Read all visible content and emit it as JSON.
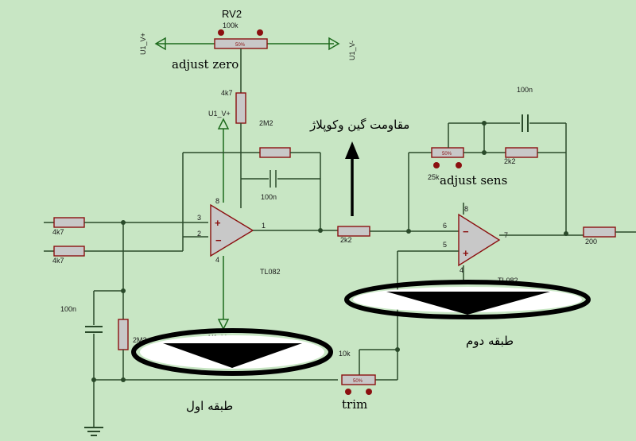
{
  "rv2": {
    "name": "RV2",
    "value": "100k",
    "setting": "50%"
  },
  "rails": {
    "pos": "U1_V+",
    "neg": "U1_V-"
  },
  "labels": {
    "adjust_zero": "adjust zero",
    "adjust_sens": "adjust sens",
    "trim": "trim",
    "gain_coupling": "مقاومت گین وکوپلاژ",
    "stage1": "طبقه اول",
    "stage2": "طبقه دوم"
  },
  "stage1": {
    "r_in_top": "4k7",
    "r_in_bottom": "4k7",
    "r_zero": "4k7",
    "r_feedback": "2M2",
    "c_feedback": "100n",
    "c_bias": "100n",
    "r_bias": "2M2",
    "opamp": "TL082",
    "pins": {
      "noninv": "3",
      "inv": "2",
      "out": "1",
      "vplus": "8",
      "vminus": "4"
    }
  },
  "stage2": {
    "r_coupling": "2k2",
    "sens_pot": "25k",
    "sens_pot_setting": "50%",
    "r_fb": "2k2",
    "c_fb": "100n",
    "trim_pot": "10k",
    "trim_pot_setting": "50%",
    "r_out": "200",
    "opamp": "TL082",
    "pins": {
      "inv": "6",
      "noninv": "5",
      "out": "7",
      "vplus": "8",
      "vminus": "4"
    }
  },
  "colors": {
    "background": "#c8e6c4",
    "wire": "#2a4a2a",
    "component": "#8b1010",
    "fill": "#c8c8c8"
  }
}
